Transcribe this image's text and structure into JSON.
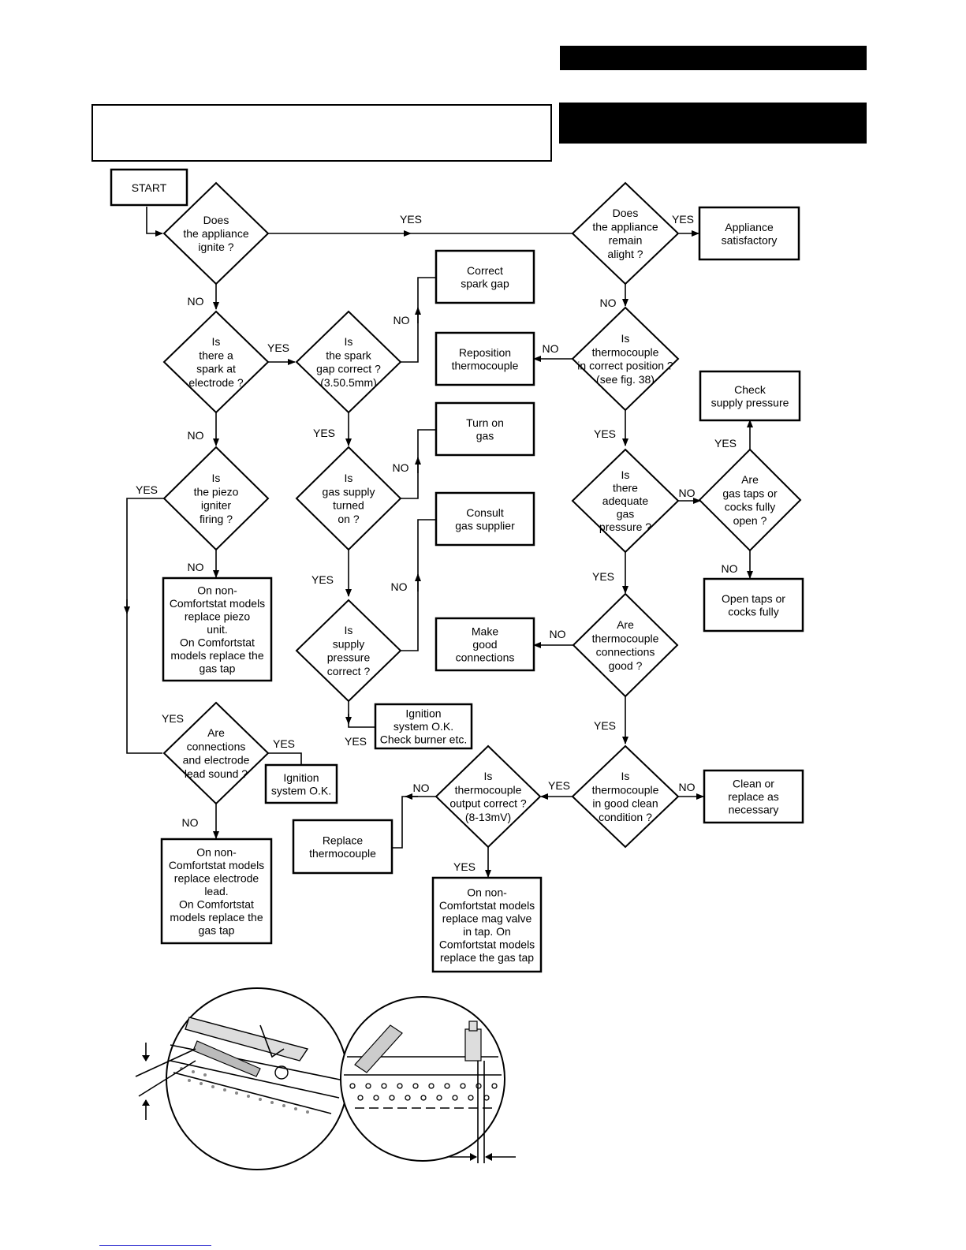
{
  "header": {
    "bar_color": "#000000"
  },
  "flowchart": {
    "start": "START",
    "q_ignite": [
      "Does",
      "the appliance",
      "ignite ?"
    ],
    "q_spark": [
      "Is",
      "there a",
      "spark at",
      "electrode ?"
    ],
    "q_piezo": [
      "Is",
      "the piezo",
      "igniter",
      "firing ?"
    ],
    "q_connections": [
      "Are",
      "connections",
      "and electrode",
      "lead sound ?"
    ],
    "q_gap": [
      "Is",
      "the spark",
      "gap correct ?",
      "(3.50.5mm)"
    ],
    "q_gas_on": [
      "Is",
      "gas supply",
      "turned",
      "on ?"
    ],
    "q_supply_pressure": [
      "Is",
      "supply",
      "pressure",
      "correct ?"
    ],
    "q_alight": [
      "Does",
      "the appliance",
      "remain",
      "alight ?"
    ],
    "q_tc_position": [
      "Is",
      "thermocouple",
      "in correct position ?",
      "(see fig. 38)"
    ],
    "q_adequate": [
      "Is",
      "there",
      "adequate",
      "gas",
      "pressure ?"
    ],
    "q_taps": [
      "Are",
      "gas taps or",
      "cocks fully",
      "open ?"
    ],
    "q_tc_conn": [
      "Are",
      "thermocouple",
      "connections",
      "good ?"
    ],
    "q_tc_clean": [
      "Is",
      "thermocouple",
      "in good clean",
      "condition ?"
    ],
    "q_tc_output": [
      "Is",
      "thermocouple",
      "output correct ?",
      "(8-13mV)"
    ],
    "a_satisfactory": [
      "Appliance",
      "satisfactory"
    ],
    "a_correct_gap": [
      "Correct",
      "spark gap"
    ],
    "a_reposition": [
      "Reposition",
      "thermocouple"
    ],
    "a_turn_on": [
      "Turn on",
      "gas"
    ],
    "a_consult": [
      "Consult",
      "gas supplier"
    ],
    "a_check_supply": [
      "Check",
      "supply pressure"
    ],
    "a_open_taps": [
      "Open taps or",
      "cocks fully"
    ],
    "a_make_conn": [
      "Make",
      "good",
      "connections"
    ],
    "a_ign_ok_burner": [
      "Ignition",
      "system O.K.",
      "Check burner etc."
    ],
    "a_ign_ok": [
      "Ignition",
      "system O.K."
    ],
    "a_clean": [
      "Clean or",
      "replace as",
      "necessary"
    ],
    "a_replace_tc": [
      "Replace",
      "thermocouple"
    ],
    "a_piezo": [
      "On non-",
      "Comfortstat models",
      "replace piezo",
      "unit.",
      "On Comfortstat",
      "models replace the",
      "gas tap"
    ],
    "a_lead": [
      "On non-",
      "Comfortstat models",
      "replace electrode",
      "lead.",
      "On Comfortstat",
      "models replace the",
      "gas tap"
    ],
    "a_mag": [
      "On non-",
      "Comfortstat models",
      "replace mag valve",
      "in tap. On",
      "Comfortstat models",
      "replace the gas tap"
    ],
    "yes": "YES",
    "no": "NO"
  }
}
